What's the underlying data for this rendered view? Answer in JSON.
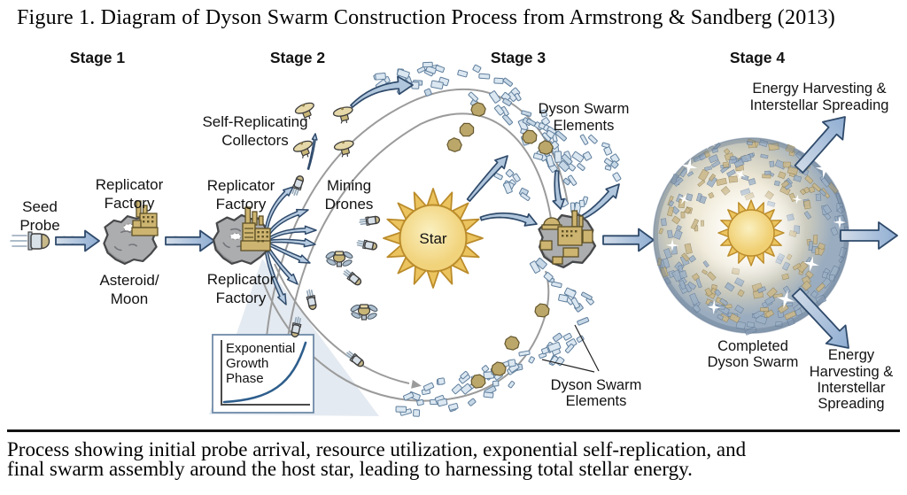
{
  "title": "Figure 1. Diagram of Dyson Swarm Construction Process from Armstrong & Sandberg (2013)",
  "stages": [
    "Stage 1",
    "Stage 2",
    "Stage 3",
    "Stage 4"
  ],
  "stage1": {
    "seed_probe": [
      "Seed",
      "Probe"
    ],
    "replicator_factory": [
      "Replicator",
      "Factory"
    ],
    "asteroid_moon": [
      "Asteroid/",
      "Moon"
    ]
  },
  "stage2": {
    "collectors": [
      "Self-Replicating",
      "Collectors"
    ],
    "replicator_factory_top": [
      "Replicator",
      "Factory"
    ],
    "mining_drones": [
      "Mining",
      "Drones"
    ],
    "replicator_factory_bottom": [
      "Replicator",
      "Factory"
    ],
    "inset": [
      "Exponential",
      "Growth",
      "Phase"
    ]
  },
  "stage3": {
    "star": "Star",
    "elements_top": [
      "Dyson Swarm",
      "Elements"
    ],
    "elements_bottom": [
      "Dyson Swarm",
      "Elements"
    ]
  },
  "stage4": {
    "harvest_top": [
      "Energy Harvesting &",
      "Interstellar Spreading"
    ],
    "completed": [
      "Completed",
      "Dyson Swarm"
    ],
    "harvest_bottom": [
      "Energy",
      "Harvesting &",
      "Interstellar",
      "Spreading"
    ]
  },
  "caption": [
    "Process showing initial probe arrival, resource utilization, exponential self-replication, and",
    "final swarm assembly around the host star, leading to harnessing total stellar energy."
  ],
  "colors": {
    "arrow_stroke": "#2f4a6b",
    "arrow_fill_light": "#d3dde9",
    "arrow_fill_deep": "#8fadd2",
    "arc": "#9b9b9b",
    "sun_ray": "#ecc45f",
    "sun_stroke": "#bb8c2b",
    "sun_core": "#faf0c0",
    "sun_edge": "#f1d37c",
    "rock_fill": "#acadaf",
    "rock_stroke": "#47484a",
    "factory_fill": "#cdb470",
    "factory_stroke": "#5d5026",
    "element_fill": "#dbe7f1",
    "element_stroke": "#5f7e9c",
    "blob_fill": "#bca76b",
    "blob_stroke": "#65572d",
    "inset_border": "#6f8aa8",
    "curve": "#2e5e8c"
  }
}
